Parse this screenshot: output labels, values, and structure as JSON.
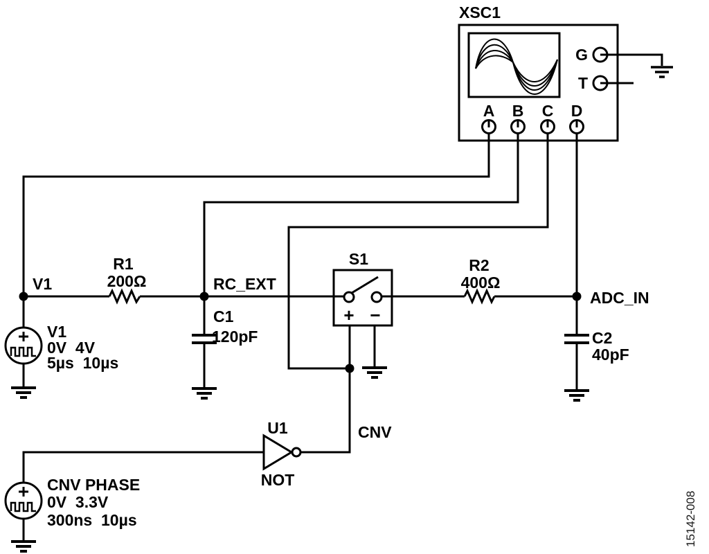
{
  "oscilloscope": {
    "name": "XSC1",
    "terminal_g": "G",
    "terminal_t": "T",
    "channel_a": "A",
    "channel_b": "B",
    "channel_c": "C",
    "channel_d": "D"
  },
  "nets": {
    "v1": "V1",
    "rc_ext": "RC_EXT",
    "adc_in": "ADC_IN",
    "cnv": "CNV"
  },
  "components": {
    "r1": {
      "ref": "R1",
      "value": "200Ω"
    },
    "r2": {
      "ref": "R2",
      "value": "400Ω"
    },
    "c1": {
      "ref": "C1",
      "value": "120pF"
    },
    "c2": {
      "ref": "C2",
      "value": "40pF"
    },
    "s1": {
      "ref": "S1",
      "plus_label": "+",
      "minus_label": "−"
    },
    "u1": {
      "ref": "U1",
      "gate": "NOT"
    },
    "v1_source": {
      "name": "V1",
      "levels": "0V  4V",
      "timing": "5µs  10µs"
    },
    "cnv_source": {
      "name": "CNV PHASE",
      "levels": "0V  3.3V",
      "timing": "300ns  10µs"
    }
  },
  "figure": {
    "number": "15142-008"
  },
  "colors": {
    "ink": "#000000",
    "paper": "#ffffff",
    "figure_number": "#1a1a1a"
  }
}
